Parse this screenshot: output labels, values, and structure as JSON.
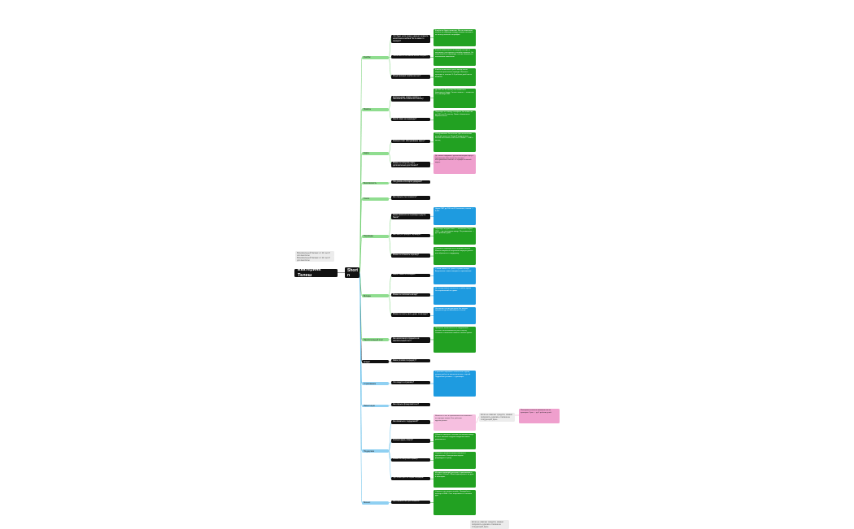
{
  "root": {
    "title": "Екатерина Телеш"
  },
  "hub": {
    "label": "Short n"
  },
  "notes": [
    {
      "text": "Минимальный баланс от 11 тыс.₽ для выплаты"
    },
    {
      "text": "Минимальный баланс от 11 тыс.₽ для выплаты"
    },
    {
      "text": "Если не хватает средств, можно попросить сделать платеж на следующий день"
    }
  ],
  "colors": {
    "green": "#22a122",
    "blue": "#1e9be0",
    "pink": "#ef9fcd",
    "black": "#111111",
    "cat_green": "#8fdd8f",
    "cat_blue": "#8fd0f2"
  },
  "categories": [
    {
      "label": "Кэшбэк",
      "color": "green",
      "questions": [
        {
          "text": "Что будет если клиент нарушит правила начисления кэшбэка? Есть какие-то санкции?",
          "answer": {
            "color": "green",
            "text": "Кэшбэк не будет начислен. Мы не зачисляем кэшбэк за переводы между своими счетами и за оплату налогов и штрафов."
          }
        },
        {
          "text": "Начисляется ли кэшбэк на все покупки?",
          "answer": {
            "color": "green",
            "text": "Кэшбэк начисляется за покупки по карте в магазинах, ресторанах и онлайн-сервисах. Не начисляется за переводы, снятие наличных и пополнение кошельков."
          }
        },
        {
          "text": "Когда приходит кэшбэк на счет?",
          "answer": {
            "color": "green",
            "text": "Кэшбэк зачисляется раз в месяц после закрытия расчетного периода. Выплата проходит в течение 3–5 рабочих дней после выписки."
          }
        }
      ]
    },
    {
      "label": "Лимиты",
      "color": "green",
      "questions": [
        {
          "text": "Сколько денег можно снимать в банкоматах без комиссии в месяц?",
          "answer": {
            "color": "green",
            "text": "До 100 тыс.₽ в месяц без комиссии в банкоматах банка. Свыше лимита — комиссия 1%, минимум 99₽."
          }
        },
        {
          "text": "Какой лимит на переводы?",
          "answer": {
            "color": "green",
            "text": "Переводы по номеру телефона без комиссии до 100 тыс.₽ в месяц. Лимит обновляется первого числа."
          }
        }
      ]
    },
    {
      "label": "Карта",
      "color": "green",
      "questions": [
        {
          "text": "Сколько стоит обслуживание карты?",
          "answer": {
            "color": "green",
            "text": "Обслуживание бесплатное при выполнении условий: траты от 10 тыс.₽ в месяц или остаток на счетах от 50 тыс.₽. Иначе — 99₽ в месяц."
          }
        },
        {
          "text": "Можно ли получить карту дополнительно для близких?",
          "answer": {
            "color": "pink",
            "text": "Да, можно оформить дополнительную карту в приложении. Доставка бесплатная, обслуживание зависит от тарифа основной карты."
          }
        }
      ]
    },
    {
      "label": "Безопасность",
      "color": "green",
      "questions": [
        {
          "text": "Что делать если карта украдена?",
          "answer": null
        }
      ]
    },
    {
      "label": "Счета",
      "color": "green",
      "questions": [
        {
          "text": "Как открыть счет в валюте?",
          "answer": null
        }
      ]
    },
    {
      "label": "Переводы",
      "color": "green",
      "questions": [
        {
          "text": "Какая комиссия за переводы в другие банки?",
          "answer": {
            "color": "blue",
            "text": "Через СБП до 100 тыс.₽ бесплатно, свыше — 0,5%."
          }
        },
        {
          "text": "Как быстро приходят переводы?",
          "answer": {
            "color": "green",
            "text": "Переводы внутри банка — мгновенно. Через СБП — до нескольких минут. По реквизитам — до 3 рабочих дней."
          }
        },
        {
          "text": "Можно ли отменить перевод?",
          "answer": {
            "color": "green",
            "text": "Отменить перевод после отправки нельзя. Можно попросить получателя вернуть деньги или обратиться в поддержку."
          }
        }
      ]
    },
    {
      "label": "Вклады",
      "color": "green",
      "questions": [
        {
          "text": "Какие ставки по вкладам?",
          "answer": {
            "color": "blue",
            "text": "Ставки зависят от срока и суммы вклада. Актуальные ставки смотрите в приложении."
          }
        },
        {
          "text": "Можно ли пополнять вклад?",
          "answer": {
            "color": "blue",
            "text": "Да, вклад можно пополнять в любое время без ограничений по сумме."
          }
        },
        {
          "text": "Можно ли снять часть денег со вклада?",
          "answer": {
            "color": "blue",
            "text": "Частичное снятие доступно без потери процентов до неснижаемого остатка."
          }
        }
      ]
    },
    {
      "label": "Накопительный счет",
      "color": "green",
      "questions": [
        {
          "text": "Как начисляются проценты на накопительный счет?",
          "answer": {
            "color": "green",
            "text": "Проценты начисляются на ежедневный остаток и выплачиваются раз в месяц. Снимать и пополнять можно в любое время."
          }
        }
      ]
    },
    {
      "label": "Кредит",
      "color": "black",
      "questions": [
        {
          "text": "Какие условия по кредиту?",
          "answer": null
        }
      ]
    },
    {
      "label": "Страхование",
      "color": "blue",
      "questions": [
        {
          "text": "Что входит в страховку?",
          "answer": {
            "color": "blue",
            "text": "Страховка покрывает несчастные случаи, потерю работы и мошенничество с картой. Подробные условия — в договоре."
          }
        }
      ]
    },
    {
      "label": "Инвестиции",
      "color": "blue",
      "questions": [
        {
          "text": "Как открыть брокерский счет?",
          "answer": null
        }
      ]
    },
    {
      "label": "Поддержка",
      "color": "blue",
      "questions": [
        {
          "text": "Как связаться с поддержкой?",
          "answer": {
            "color": "ltpink",
            "text": "Написать в чат в приложении или позвонить на горячую линию. Чат работает круглосуточно."
          }
        },
        {
          "text": "Сколько ждать ответа?",
          "answer": {
            "color": "green",
            "text": "Обычно отвечаем в течение нескольких минут. В часы пиковой нагрузки ожидание может увеличиться."
          }
        },
        {
          "text": "Можно ли получить справку?",
          "answer": {
            "color": "green",
            "text": "Справки и выписки можно заказать в приложении. Электронная версия формируется сразу."
          }
        },
        {
          "text": "Где посмотреть историю операций?",
          "answer": {
            "color": "green",
            "text": "История операций доступна в приложении в разделе «Счета». Можно фильтровать по дате и категории."
          }
        }
      ]
    },
    {
      "label": "Бизнес",
      "color": "blue",
      "questions": [
        {
          "text": "Как открыть счет для бизнеса?",
          "answer": {
            "color": "green",
            "text": "Открыть счет можно онлайн. Понадобятся паспорт и ИНН. Счет открывается в течение дня."
          }
        }
      ]
    }
  ],
  "extra_answer": {
    "color": "pink",
    "text": "Повторная выплата возможна после проверки. Срок — до 5 рабочих дней."
  }
}
